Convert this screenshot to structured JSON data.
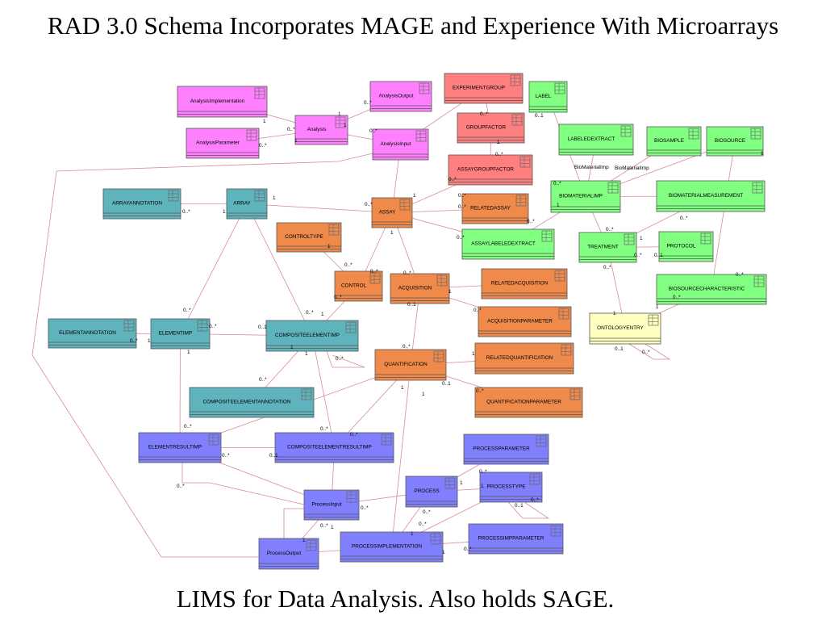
{
  "title": "RAD 3.0 Schema Incorporates MAGE and Experience With Microarrays",
  "caption": "LIMS for Data Analysis. Also holds SAGE.",
  "colors": {
    "analysis": "#ff80ff",
    "experiment": "#ff7f7f",
    "biomaterial": "#80ff80",
    "array": "#5fb3bd",
    "assay": "#ef8a4b",
    "process": "#8080ff",
    "ontology": "#ffffc0",
    "edge": "#d98a9c"
  },
  "icons": {
    "class_box": "table-grid-icon"
  },
  "classes": {
    "analysisimplementation": "AnalysisImplementation",
    "analysisparameter": "AnalysisParameter",
    "analysis": "Analysis",
    "analysisoutput": "AnalysisOutput",
    "analysisinput": "AnalysisInput",
    "experimentgroup": "EXPERIMENTGROUP",
    "groupfactor": "GROUPFACTOR",
    "assaygroupfactor": "ASSAYGROUPFACTOR",
    "label": "LABEL",
    "labeledextract": "LABELEDEXTRACT",
    "biosample": "BIOSAMPLE",
    "biosource": "BIOSOURCE",
    "biomaterialimp": "BIOMATERIALIMP",
    "biomaterialmeasurement": "BIOMATERIALMEASUREMENT",
    "treatment": "TREATMENT",
    "protocol": "PROTOCOL",
    "biosourcecharacteristic": "BIOSOURCECHARACTERISTIC",
    "ontologyentry": "ONTOLOGYENTRY",
    "arrayannotation": "ARRAYANNOTATION",
    "array": "ARRAY",
    "assay": "ASSAY",
    "relatedassay": "RELATEDASSAY",
    "assaylabeledextract": "ASSAYLABELEDEXTRACT",
    "controltype": "CONTROLTYPE",
    "control": "CONTROL",
    "acquisition": "ACQUISITION",
    "relatedacquisition": "RELATEDACQUISITION",
    "acquisitionparameter": "ACQUISITIONPARAMETER",
    "elementannotation": "ELEMENTANNOTATION",
    "elementimp": "ELEMENTIMP",
    "compositeelementimp": "COMPOSITEELEMENTIMP",
    "quantification": "QUANTIFICATION",
    "relatedquantification": "RELATEDQUANTIFICATION",
    "quantificationparameter": "QUANTIFICATIONPARAMETER",
    "compositeelementannotation": "COMPOSITEELEMENTANNOTATION",
    "elementresultimp": "ELEMENTRESULTIMP",
    "compositeelementresultimp": "COMPOSITEELEMENTRESULTIMP",
    "processparameter": "PROCESSPARAMETER",
    "process": "PROCESS",
    "processtype": "PROCESSTYPE",
    "processinput": "ProcessInput",
    "processimplementation": "PROCESSIMPLEMENTATION",
    "processimpparameter": "PROCESSIMPPARAMETER",
    "processoutput": "ProcessOutput"
  },
  "edge_labels": {
    "biomaterialimp_1": "BioMaterialImp",
    "biomaterialimp_2": "BioMaterialImp"
  },
  "multiplicity": {
    "one": "1",
    "many": "0..*",
    "opt": "0..1"
  }
}
